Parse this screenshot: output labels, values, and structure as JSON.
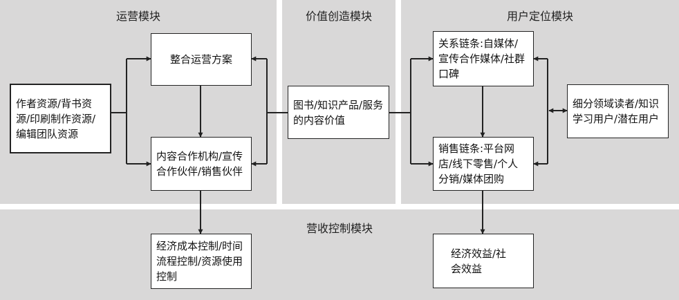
{
  "panels": {
    "operations": "运营模块",
    "value_creation": "价值创造模块",
    "user_positioning": "用户定位模块",
    "revenue_control": "营收控制模块"
  },
  "boxes": {
    "author_resources": "作者资源/背书资源/印刷制作资源/编辑团队资源",
    "integrated_plan": "整合运营方案",
    "partners": "内容合作机构/宣传合作伙伴/销售伙伴",
    "content_value": "图书/知识产品/服务的内容价值",
    "relationship_chain": "关系链条:自媒体/宣传合作媒体/社群口碑",
    "sales_chain": "销售链条:平台网店/线下零售/个人分销/媒体团购",
    "target_users": "细分领域读者/知识学习用户/潜在用户",
    "cost_control": "经济成本控制/时间流程控制/资源使用控制",
    "benefits": "经济效益/社会效益"
  }
}
